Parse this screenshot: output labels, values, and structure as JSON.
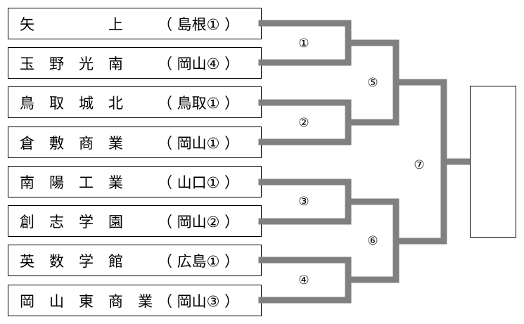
{
  "teams": [
    {
      "name": "矢　　　　　上",
      "prefecture": "（ 島根① ）"
    },
    {
      "name": "玉　野　光　南",
      "prefecture": "（ 岡山④ ）"
    },
    {
      "name": "鳥　取　城　北",
      "prefecture": "（ 鳥取① ）"
    },
    {
      "name": "倉　敷　商　業",
      "prefecture": "（ 岡山① ）"
    },
    {
      "name": "南　陽　工　業",
      "prefecture": "（ 山口① ）"
    },
    {
      "name": "創　志　学　園",
      "prefecture": "（ 岡山② ）"
    },
    {
      "name": "英　数　学　館",
      "prefecture": "（ 広島① ）"
    },
    {
      "name": "岡　山　東　商　業",
      "prefecture": "（ 岡山③ ）"
    }
  ],
  "match_labels": [
    "①",
    "②",
    "③",
    "④",
    "⑤",
    "⑥",
    "⑦"
  ],
  "colors": {
    "bracket_line": "#808080",
    "border": "#000000"
  }
}
